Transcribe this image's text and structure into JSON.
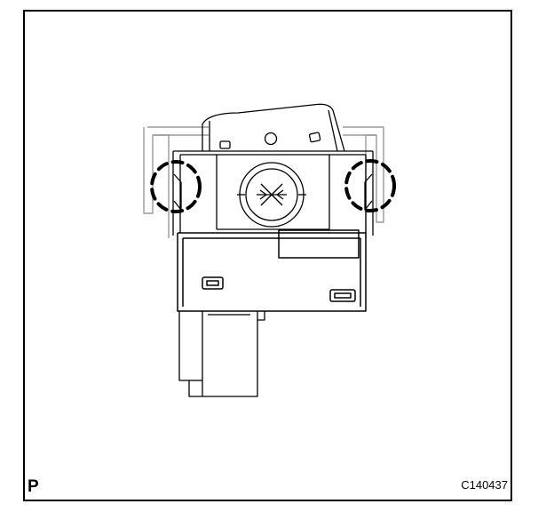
{
  "figure": {
    "view_code": "P",
    "figure_id": "C140437"
  },
  "colors": {
    "line": "#000000",
    "background": "#ffffff",
    "hidden_line": "#b0b0b0"
  },
  "callouts": {
    "count": 2,
    "style": "dashed-ellipse",
    "meaning": "claw locations"
  }
}
